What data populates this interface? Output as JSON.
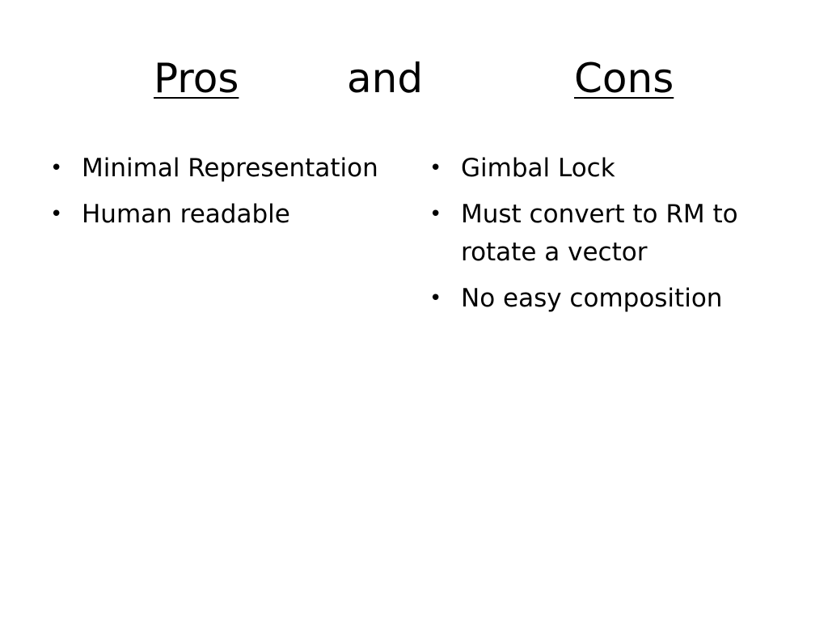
{
  "slide": {
    "title": {
      "pros": "Pros",
      "and": "and",
      "cons": "Cons"
    },
    "bullet_glyph": "•",
    "pros": [
      "Minimal Representation",
      "Human readable"
    ],
    "cons": [
      "Gimbal Lock",
      "Must convert to RM to rotate a vector",
      "No easy composition"
    ]
  }
}
